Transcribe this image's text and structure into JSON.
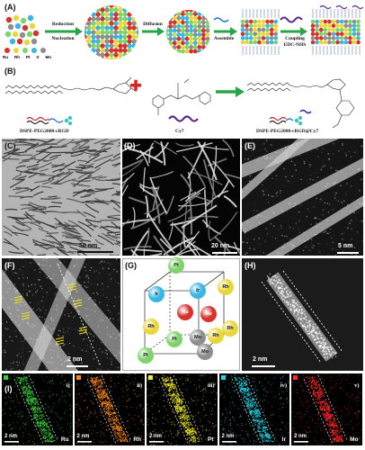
{
  "panels": {
    "A": {
      "label": "(A)",
      "legend": [
        "Ru",
        "Rh",
        "Pt",
        "Ir",
        "Mo"
      ],
      "step1_top": "Reduction",
      "step1_bottom": "Nucleation",
      "step2": "Diffusion",
      "step3": "Assemble",
      "step4_top": "Coupling",
      "step4_bottom": "EDC-NHS"
    },
    "B": {
      "label": "(B)",
      "reagent1": "DSPE-PEG2000-cRGD",
      "reagent2": "Cy7",
      "product": "DSPE-PEG2000-cRGD@Cy7"
    },
    "C": {
      "label": "(C)",
      "scale": "50 nm"
    },
    "D": {
      "label": "(D)",
      "scale": "20 nm"
    },
    "E": {
      "label": "(E)",
      "scale": "5 nm"
    },
    "F": {
      "label": "(F)",
      "scale": "2 nm"
    },
    "G": {
      "label": "(G)",
      "atoms": [
        "Pt",
        "Rh",
        "Ir",
        "Ir",
        "Rh",
        "Ru",
        "Ru",
        "Pt",
        "Rh",
        "Mo",
        "Mo",
        "Pt",
        "Rh"
      ]
    },
    "H": {
      "label": "(H)",
      "scale": "2 nm"
    },
    "I": {
      "label": "(I)",
      "maps": [
        {
          "roman": "i)",
          "element": "Ru",
          "scale": "2 nm",
          "color": "#3ad03a"
        },
        {
          "roman": "ii)",
          "element": "Rh",
          "scale": "2 nm",
          "color": "#ff8a1c"
        },
        {
          "roman": "iii)",
          "element": "Pt",
          "scale": "2 nm",
          "color": "#f2ee2a"
        },
        {
          "roman": "iv)",
          "element": "Ir",
          "scale": "2 nm",
          "color": "#27d6e8"
        },
        {
          "roman": "v)",
          "element": "Mo",
          "scale": "2 nm",
          "color": "#ff2a2a"
        }
      ]
    }
  },
  "colors": {
    "Ru": "#d9312b",
    "Rh": "#e9d63a",
    "Pt": "#7ed36b",
    "Ir": "#3ab6e3",
    "Mo": "#8e8e8e"
  }
}
